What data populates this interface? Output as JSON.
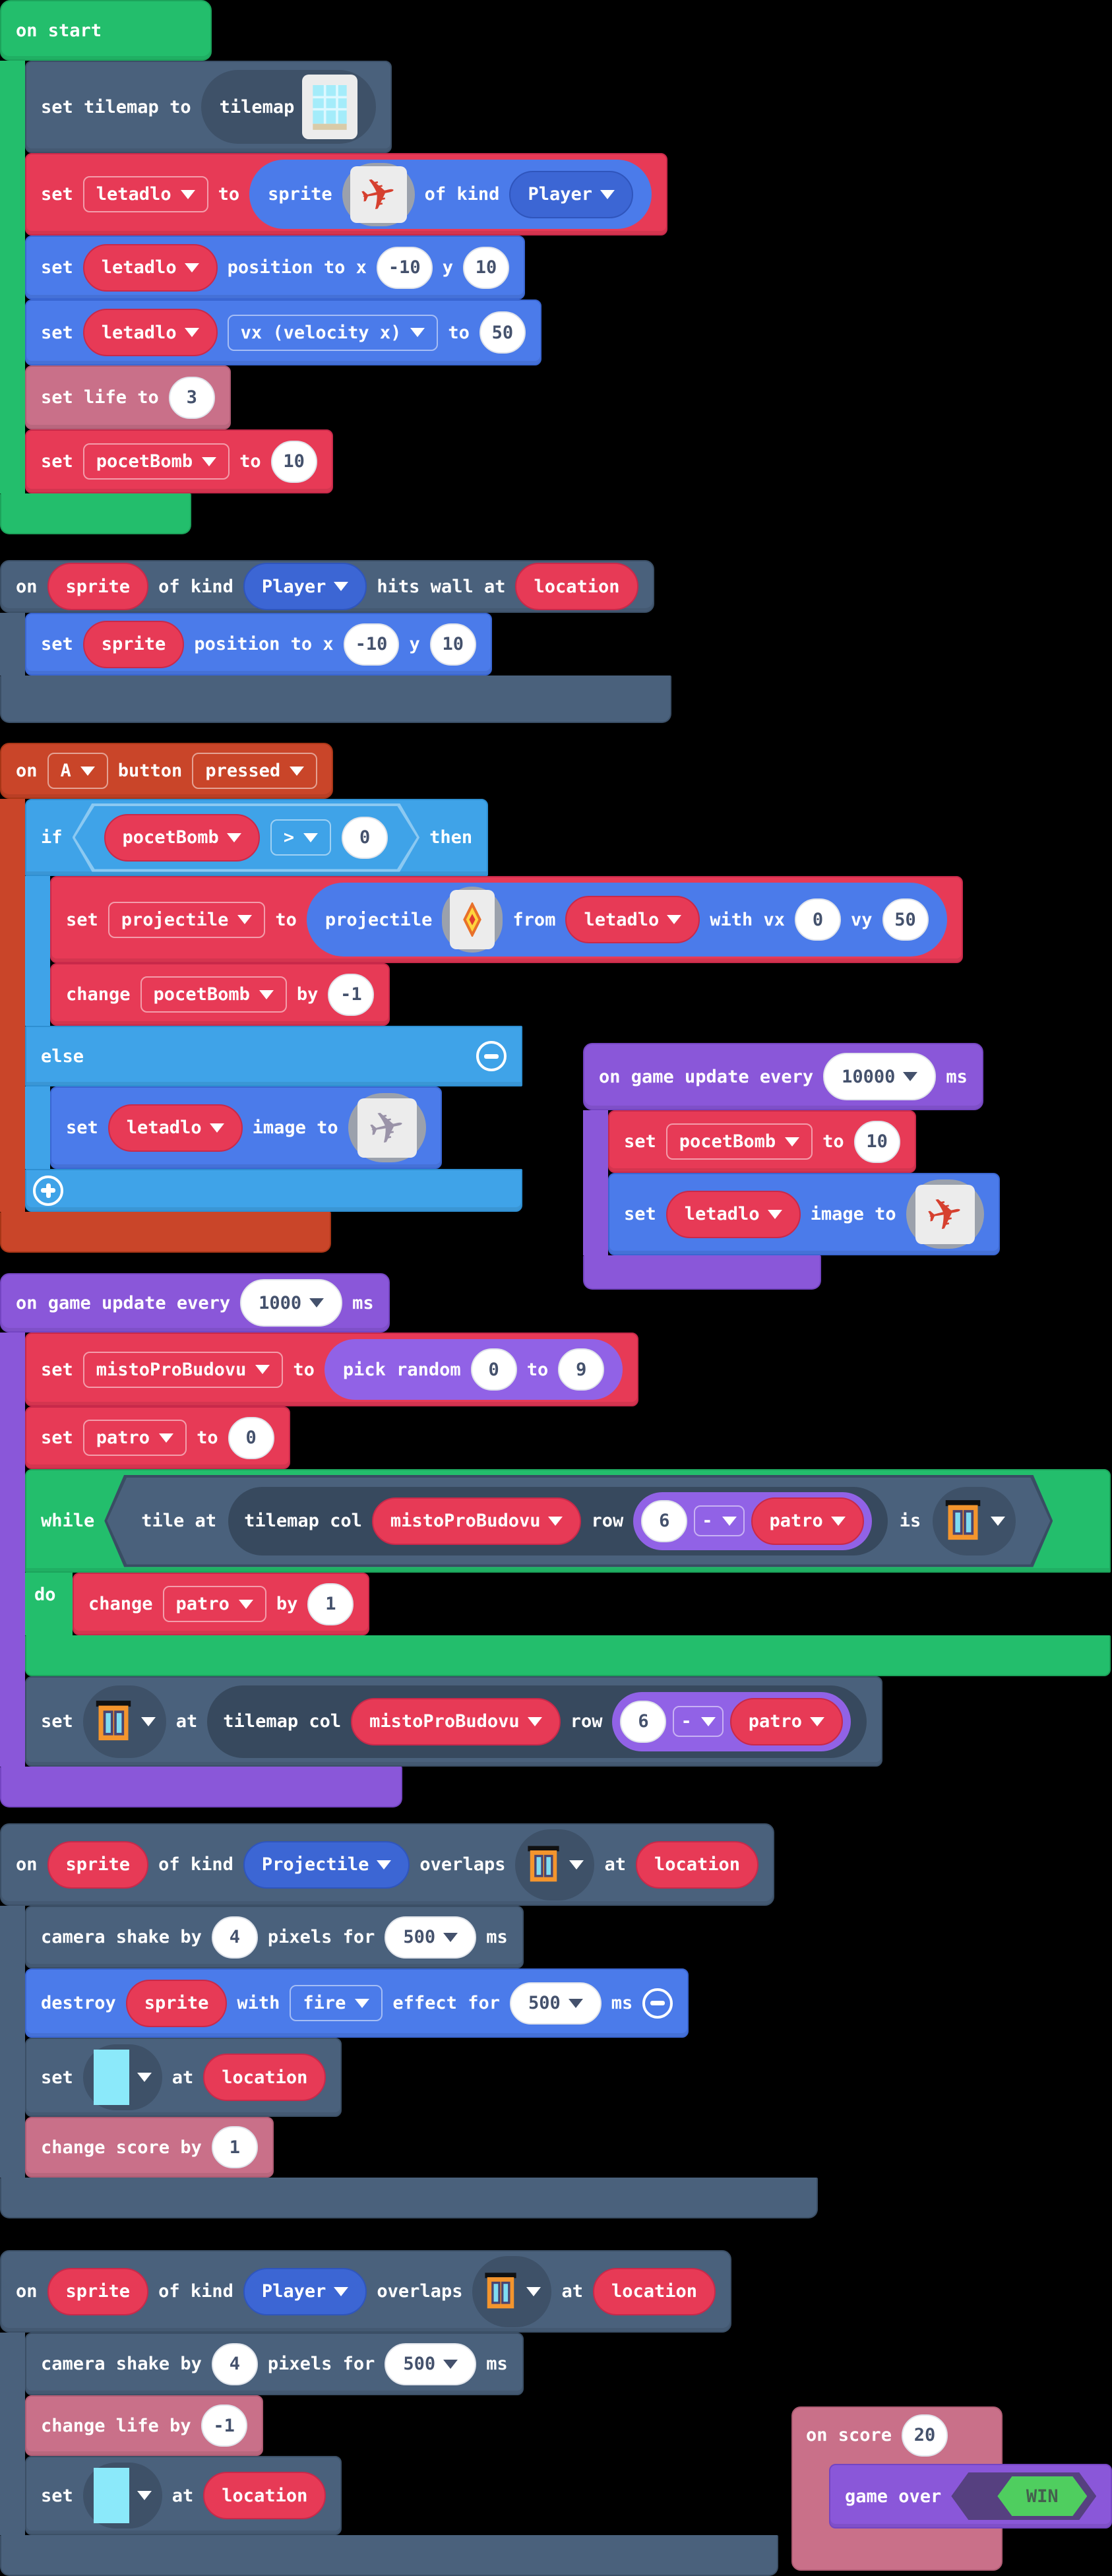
{
  "colors": {
    "background": "#000000",
    "loops_green": "#23BE6C",
    "scene_slate": "#4A617C",
    "variables_red": "#E73A56",
    "sprites_blue": "#4B7BEA",
    "logic_light_blue": "#3FA3E8",
    "controller_orange": "#C94529",
    "game_purple": "#8A57D9",
    "math_purple": "#9162E6",
    "info_pink": "#C97089",
    "win_green": "#4FCE5F"
  },
  "stacks": {
    "start": {
      "hat": "on start",
      "tilemap_row": {
        "label": "set tilemap to",
        "value": "tilemap"
      },
      "sprite_row": {
        "set": "set",
        "var": "letadlo",
        "to": "to",
        "sprite": "sprite",
        "of_kind": "of kind",
        "kind": "Player"
      },
      "position_row": {
        "set": "set",
        "var": "letadlo",
        "label": "position to x",
        "x": "-10",
        "y_label": "y",
        "y": "10"
      },
      "velocity_row": {
        "set": "set",
        "var": "letadlo",
        "prop": "vx (velocity x)",
        "to": "to",
        "value": "50"
      },
      "life_row": {
        "label": "set life to",
        "value": "3"
      },
      "bombs_row": {
        "set": "set",
        "var": "pocetBomb",
        "to": "to",
        "value": "10"
      }
    },
    "hits_wall": {
      "on": "on",
      "sprite": "sprite",
      "of_kind": "of kind",
      "kind": "Player",
      "label": "hits wall at",
      "location": "location",
      "position_row": {
        "set": "set",
        "var": "sprite",
        "label": "position to x",
        "x": "-10",
        "y_label": "y",
        "y": "10"
      }
    },
    "button_a": {
      "on": "on",
      "button_name": "A",
      "button": "button",
      "event": "pressed",
      "if_label": "if",
      "then_label": "then",
      "else_label": "else",
      "cond": {
        "var": "pocetBomb",
        "op": ">",
        "value": "0"
      },
      "projectile_row": {
        "set": "set",
        "var": "projectile",
        "to": "to",
        "projectile": "projectile",
        "from": "from",
        "from_var": "letadlo",
        "with_vx": "with vx",
        "vx": "0",
        "vy_label": "vy",
        "vy": "50"
      },
      "change_row": {
        "change": "change",
        "var": "pocetBomb",
        "by": "by",
        "value": "-1"
      },
      "image_row": {
        "set": "set",
        "var": "letadlo",
        "label": "image to"
      }
    },
    "update_10000": {
      "label": "on game update every",
      "interval": "10000",
      "ms": "ms",
      "bombs_row": {
        "set": "set",
        "var": "pocetBomb",
        "to": "to",
        "value": "10"
      },
      "image_row": {
        "set": "set",
        "var": "letadlo",
        "label": "image to"
      }
    },
    "update_1000": {
      "label": "on game update every",
      "interval": "1000",
      "ms": "ms",
      "misto_row": {
        "set": "set",
        "var": "mistoProBudovu",
        "to": "to",
        "pick": "pick random",
        "min": "0",
        "pick_to": "to",
        "max": "9"
      },
      "patro_row": {
        "set": "set",
        "var": "patro",
        "to": "to",
        "value": "0"
      },
      "while_label": "while",
      "do_label": "do",
      "tile_cond": {
        "tile_at": "tile at",
        "tilemap_col": "tilemap col",
        "col_var": "mistoProBudovu",
        "row": "row",
        "base": "6",
        "op": "-",
        "row_var": "patro",
        "is": "is"
      },
      "change_row": {
        "change": "change",
        "var": "patro",
        "by": "by",
        "value": "1"
      },
      "set_tile_row": {
        "set": "set",
        "at": "at",
        "tilemap_col": "tilemap col",
        "col_var": "mistoProBudovu",
        "row": "row",
        "base": "6",
        "op": "-",
        "row_var": "patro"
      }
    },
    "projectile_overlap": {
      "on": "on",
      "sprite": "sprite",
      "of_kind": "of kind",
      "kind": "Projectile",
      "overlaps": "overlaps",
      "at": "at",
      "location": "location",
      "camera_row": {
        "label1": "camera shake by",
        "value": "4",
        "label2": "pixels for",
        "duration": "500",
        "ms": "ms"
      },
      "destroy_row": {
        "destroy": "destroy",
        "sprite": "sprite",
        "with": "with",
        "effect": "fire",
        "label": "effect for",
        "duration": "500",
        "ms": "ms"
      },
      "set_tile_row": {
        "set": "set",
        "at": "at",
        "location": "location"
      },
      "score_row": {
        "label": "change score by",
        "value": "1"
      }
    },
    "player_overlap": {
      "on": "on",
      "sprite": "sprite",
      "of_kind": "of kind",
      "kind": "Player",
      "overlaps": "overlaps",
      "at": "at",
      "location": "location",
      "camera_row": {
        "label1": "camera shake by",
        "value": "4",
        "label2": "pixels for",
        "duration": "500",
        "ms": "ms"
      },
      "life_row": {
        "label": "change life by",
        "value": "-1"
      },
      "set_tile_row": {
        "set": "set",
        "at": "at",
        "location": "location"
      }
    },
    "on_score": {
      "label": "on score",
      "value": "20",
      "game_over": "game over",
      "result": "WIN"
    }
  }
}
